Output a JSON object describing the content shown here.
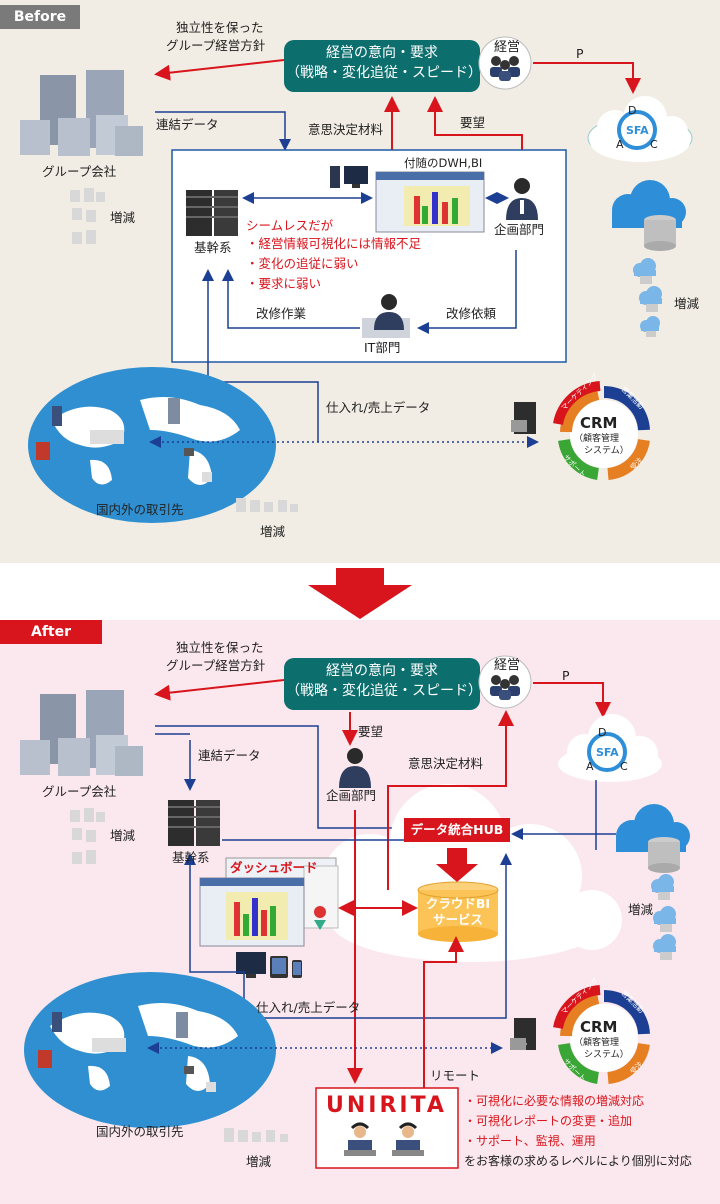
{
  "before": {
    "tag": "Before",
    "policy_line1": "独立性を保った",
    "policy_line2": "グループ経営方針",
    "mgmt_box_line1": "経営の意向・要求",
    "mgmt_box_line2": "（戦略・変化追従・スピード）",
    "mgmt_label": "経営",
    "p_label": "P",
    "sfa_label": "SFA",
    "pdca_d": "D",
    "pdca_a": "A",
    "pdca_c": "C",
    "consolidated_data": "連結データ",
    "decision_material": "意思決定材料",
    "request": "要望",
    "group_company": "グループ会社",
    "dwh_label": "付随のDWH,BI",
    "core_system": "基幹系",
    "planning_dept": "企画部門",
    "issue_title": "シームレスだが",
    "issue_1": "・経営情報可視化には情報不足",
    "issue_2": "・変化の追従に弱い",
    "issue_3": "・要求に弱い",
    "fix_work": "改修作業",
    "fix_request": "改修依頼",
    "it_dept": "IT部門",
    "increase_decrease": "増減",
    "purchase_sales": "仕入れ/売上データ",
    "partners": "国内外の取引先",
    "crm": "CRM",
    "crm_sub1": "（顧客管理",
    "crm_sub2": "システム）",
    "crm_marketing": "マーケティング",
    "crm_sales": "営業活動",
    "crm_order": "受注",
    "crm_support": "サポート"
  },
  "after": {
    "tag": "After",
    "policy_line1": "独立性を保った",
    "policy_line2": "グループ経営方針",
    "mgmt_box_line1": "経営の意向・要求",
    "mgmt_box_line2": "（戦略・変化追従・スピード）",
    "mgmt_label": "経営",
    "p_label": "P",
    "sfa_label": "SFA",
    "pdca_d": "D",
    "pdca_a": "A",
    "pdca_c": "C",
    "request": "要望",
    "consolidated_data": "連結データ",
    "decision_material": "意思決定材料",
    "planning_dept": "企画部門",
    "group_company": "グループ会社",
    "increase_decrease": "増減",
    "core_system": "基幹系",
    "dashboard": "ダッシュボード",
    "hub": "データ統合HUB",
    "cloud_bi_line1": "クラウドBI",
    "cloud_bi_line2": "サービス",
    "purchase_sales": "仕入れ/売上データ",
    "crm": "CRM",
    "crm_sub1": "（顧客管理",
    "crm_sub2": "システム）",
    "crm_marketing": "マーケティング",
    "crm_sales": "営業活動",
    "crm_order": "受注",
    "crm_support": "サポート",
    "remote": "リモート",
    "partners": "国内外の取引先",
    "unirita": "UNIRITA",
    "support_1": "・可視化に必要な情報の増減対応",
    "support_2": "・可視化レポートの変更・追加",
    "support_3": "・サポート、監視、運用",
    "support_4": "をお客様の求めるレベルにより個別に対応"
  },
  "colors": {
    "red": "#d8141c",
    "navy": "#1c3f94",
    "teal": "#0d6e6e",
    "cloud_blue": "#2e8fd8",
    "before_bg": "#f2ede4",
    "after_bg": "#fbe8ee"
  }
}
